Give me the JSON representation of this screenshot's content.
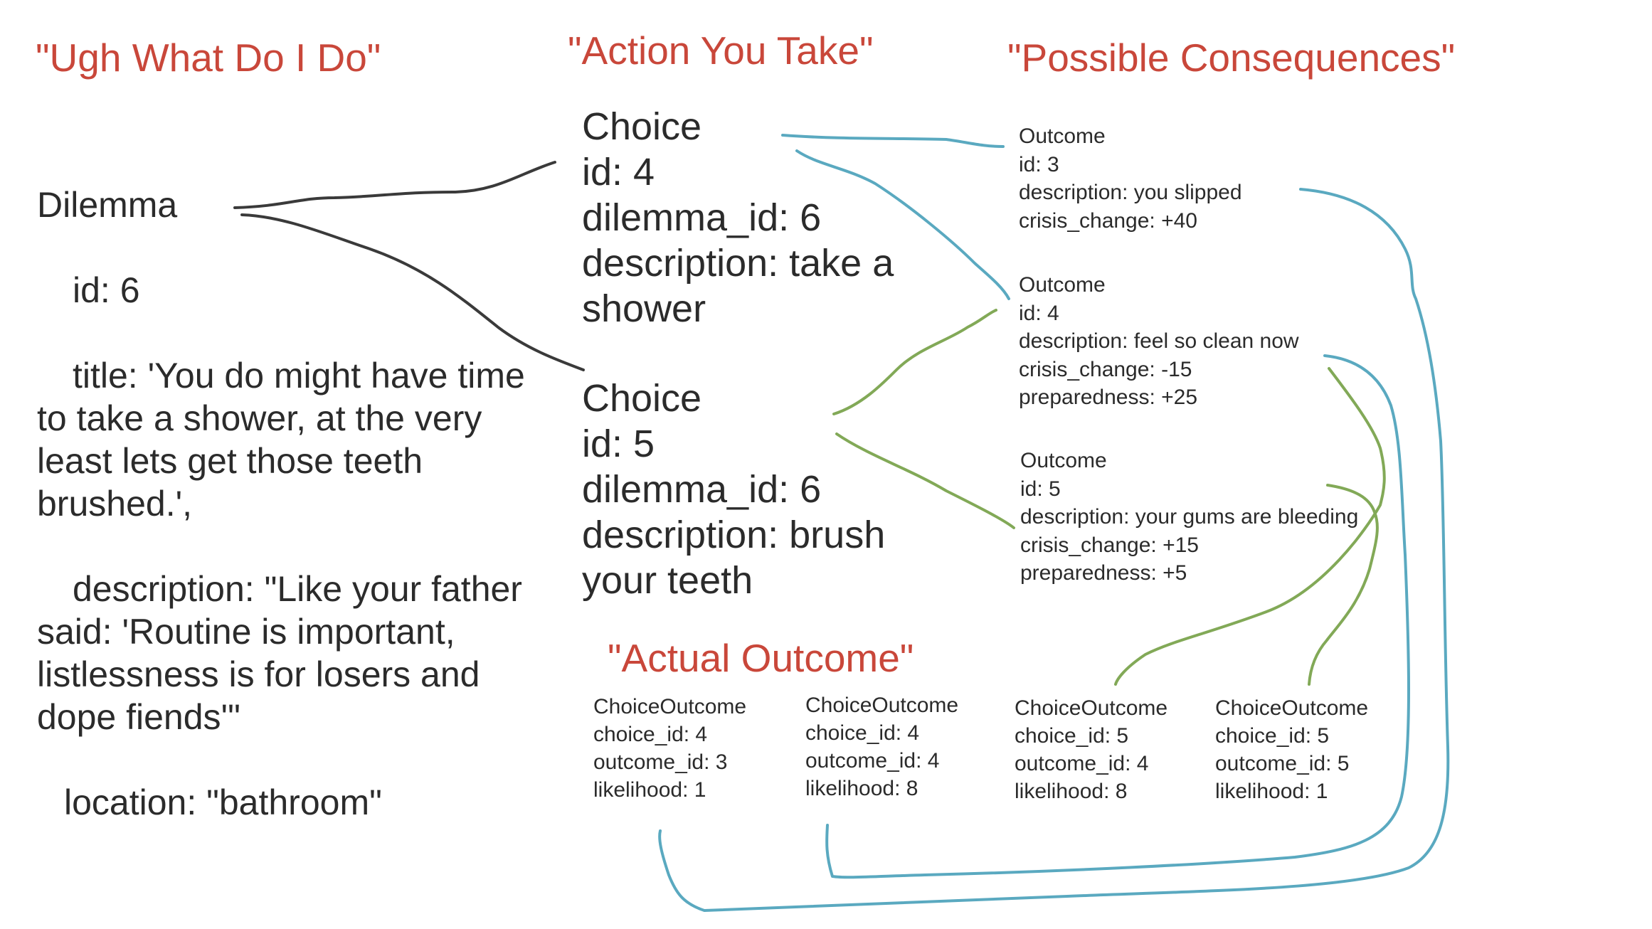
{
  "headings": {
    "dilemma": "\"Ugh What Do I Do\"",
    "action": "\"Action You Take\"",
    "consequences": "\"Possible Consequences\"",
    "actual": "\"Actual Outcome\""
  },
  "dilemma": {
    "label": "Dilemma",
    "id": "id: 6",
    "title": "title: 'You do might have time to take a shower, at the very least lets get those teeth brushed.',",
    "description": "description: \"Like your father said: 'Routine is important, listlessness is for losers and dope fiends'\"",
    "location": "location: \"bathroom\""
  },
  "choices": [
    {
      "label": "Choice",
      "id": "id: 4",
      "dilemma_id": "dilemma_id: 6",
      "description": "description: take a shower"
    },
    {
      "label": "Choice",
      "id": "id: 5",
      "dilemma_id": "dilemma_id: 6",
      "description": "description: brush your teeth"
    }
  ],
  "outcomes": [
    {
      "label": "Outcome",
      "lines": [
        "id: 3",
        "description: you slipped",
        "crisis_change: +40"
      ]
    },
    {
      "label": "Outcome",
      "lines": [
        "id: 4",
        "description: feel so clean now",
        "crisis_change: -15",
        "preparedness: +25"
      ]
    },
    {
      "label": "Outcome",
      "lines": [
        "id: 5",
        "description: your gums are bleeding",
        "crisis_change: +15",
        "preparedness: +5"
      ]
    }
  ],
  "choice_outcomes": [
    {
      "label": "ChoiceOutcome",
      "lines": [
        "choice_id: 4",
        "outcome_id: 3",
        "likelihood: 1"
      ]
    },
    {
      "label": "ChoiceOutcome",
      "lines": [
        "choice_id: 4",
        "outcome_id: 4",
        "likelihood: 8"
      ]
    },
    {
      "label": "ChoiceOutcome",
      "lines": [
        "choice_id: 5",
        "outcome_id: 4",
        "likelihood: 8"
      ]
    },
    {
      "label": "ChoiceOutcome",
      "lines": [
        "choice_id: 5",
        "outcome_id: 5",
        "likelihood: 1"
      ]
    }
  ],
  "colors": {
    "heading": "#c9473a",
    "text": "#2b2b2b",
    "dilemma_connector": "#3a3a3a",
    "blue_connector": "#5aa9c0",
    "green_connector": "#82a957"
  }
}
